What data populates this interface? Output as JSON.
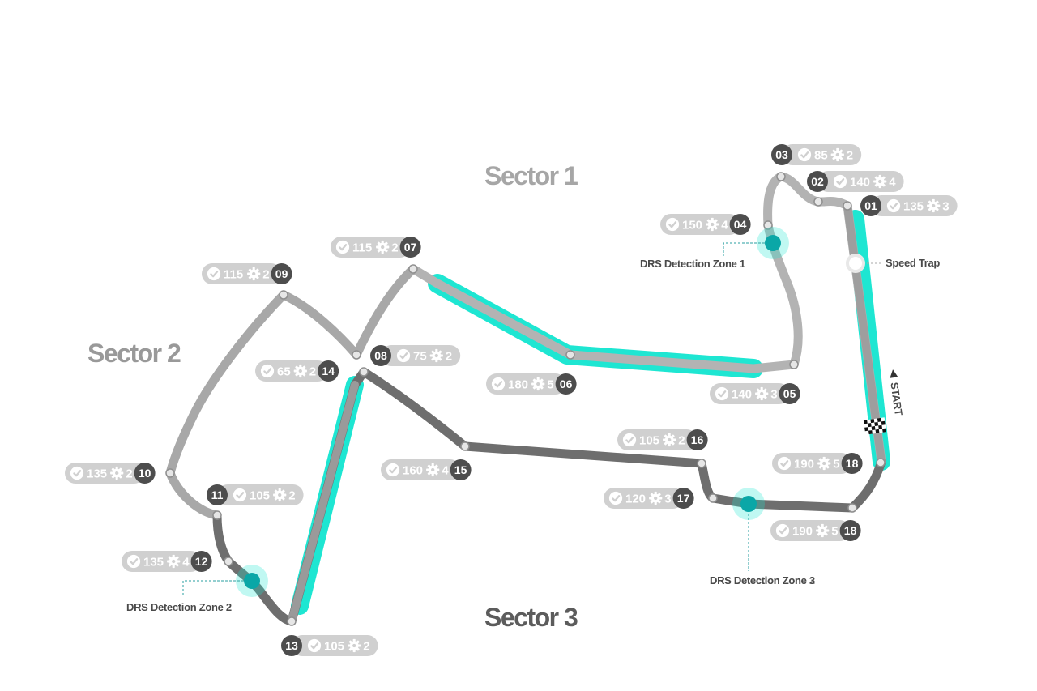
{
  "sectors": {
    "s1": "Sector 1",
    "s2": "Sector 2",
    "s3": "Sector 3"
  },
  "annotations": {
    "drs_zone_1": "DRS Detection Zone 1",
    "drs_zone_2": "DRS Detection Zone 2",
    "drs_zone_3": "DRS Detection Zone 3",
    "speed_trap": "Speed Trap",
    "start": "START"
  },
  "corners": [
    {
      "number": "01",
      "speed": "135",
      "gear": "3"
    },
    {
      "number": "02",
      "speed": "140",
      "gear": "4"
    },
    {
      "number": "03",
      "speed": "85",
      "gear": "2"
    },
    {
      "number": "04",
      "speed": "150",
      "gear": "4"
    },
    {
      "number": "05",
      "speed": "140",
      "gear": "3"
    },
    {
      "number": "06",
      "speed": "180",
      "gear": "5"
    },
    {
      "number": "07",
      "speed": "115",
      "gear": "2"
    },
    {
      "number": "08",
      "speed": "75",
      "gear": "2"
    },
    {
      "number": "09",
      "speed": "115",
      "gear": "2"
    },
    {
      "number": "10",
      "speed": "135",
      "gear": "2"
    },
    {
      "number": "11",
      "speed": "105",
      "gear": "2"
    },
    {
      "number": "12",
      "speed": "135",
      "gear": "4"
    },
    {
      "number": "13",
      "speed": "105",
      "gear": "2"
    },
    {
      "number": "14",
      "speed": "65",
      "gear": "2"
    },
    {
      "number": "15",
      "speed": "160",
      "gear": "4"
    },
    {
      "number": "16",
      "speed": "105",
      "gear": "2"
    },
    {
      "number": "17",
      "speed": "120",
      "gear": "3"
    },
    {
      "number": "18",
      "speed": "190",
      "gear": "5"
    },
    {
      "number": "18",
      "speed": "190",
      "gear": "5"
    }
  ],
  "colors": {
    "track_sector1": "#b3b3b3",
    "track_sector2": "#a8a8a8",
    "track_sector3": "#6e6e6e",
    "drs_zone": "#1ee6d2",
    "drs_marker": "#0aa7a7",
    "pill": "#d0d0d0",
    "number_badge": "#4d4d4d",
    "sector1_text": "#a6a6a6",
    "sector2_text": "#999999",
    "sector3_text": "#5c5c5c"
  }
}
